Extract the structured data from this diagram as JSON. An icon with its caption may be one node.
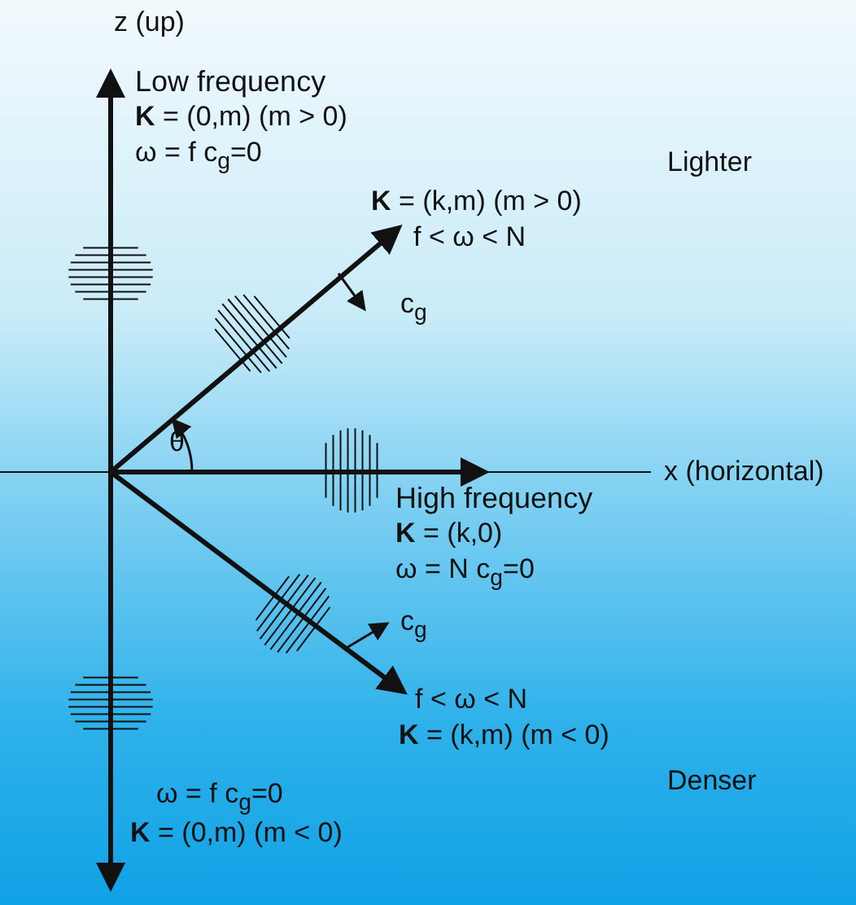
{
  "diagram": {
    "labels": [
      "z (up)",
      "Low frequency",
      "**K** = (0,m) (m > 0)",
      "ω = f   c$_{g}$=0",
      "Lighter",
      "**K** = (k,m) (m > 0)",
      "f < ω < N",
      "c$_{g}$",
      "θ",
      "x (horizontal)",
      "High frequency",
      "**K** = (k,0)",
      "ω = N   c$_{g}$=0",
      "c$_{g}$",
      "f < ω < N",
      "**K** = (k,m)  (m < 0)",
      "Denser",
      "ω = f   c$_{g}$=0",
      "**K** = (0,m) (m < 0)"
    ]
  }
}
